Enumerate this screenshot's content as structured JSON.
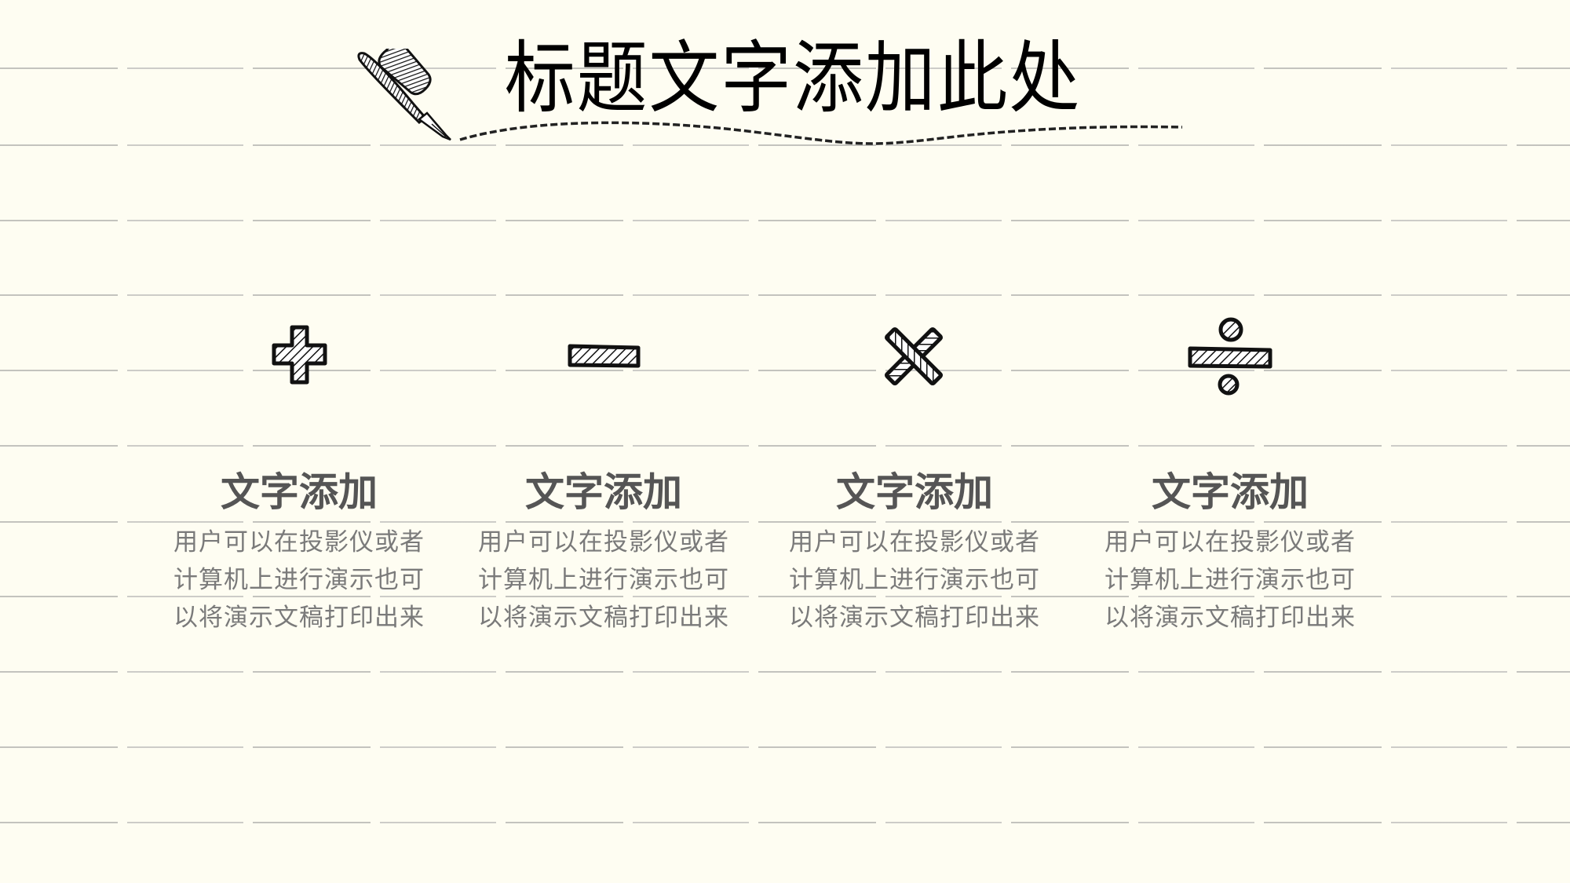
{
  "slide": {
    "title": "标题文字添加此处",
    "background_color": "#fefdf2",
    "rule_line_color": "#b9b9b5"
  },
  "columns": [
    {
      "icon": "plus-icon",
      "heading": "文字添加",
      "lines": [
        "用户可以在投影仪或者",
        "计算机上进行演示也可",
        "以将演示文稿打印出来"
      ]
    },
    {
      "icon": "minus-icon",
      "heading": "文字添加",
      "lines": [
        "用户可以在投影仪或者",
        "计算机上进行演示也可",
        "以将演示文稿打印出来"
      ]
    },
    {
      "icon": "multiply-icon",
      "heading": "文字添加",
      "lines": [
        "用户可以在投影仪或者",
        "计算机上进行演示也可",
        "以将演示文稿打印出来"
      ]
    },
    {
      "icon": "divide-icon",
      "heading": "文字添加",
      "lines": [
        "用户可以在投影仪或者",
        "计算机上进行演示也可",
        "以将演示文稿打印出来"
      ]
    }
  ]
}
